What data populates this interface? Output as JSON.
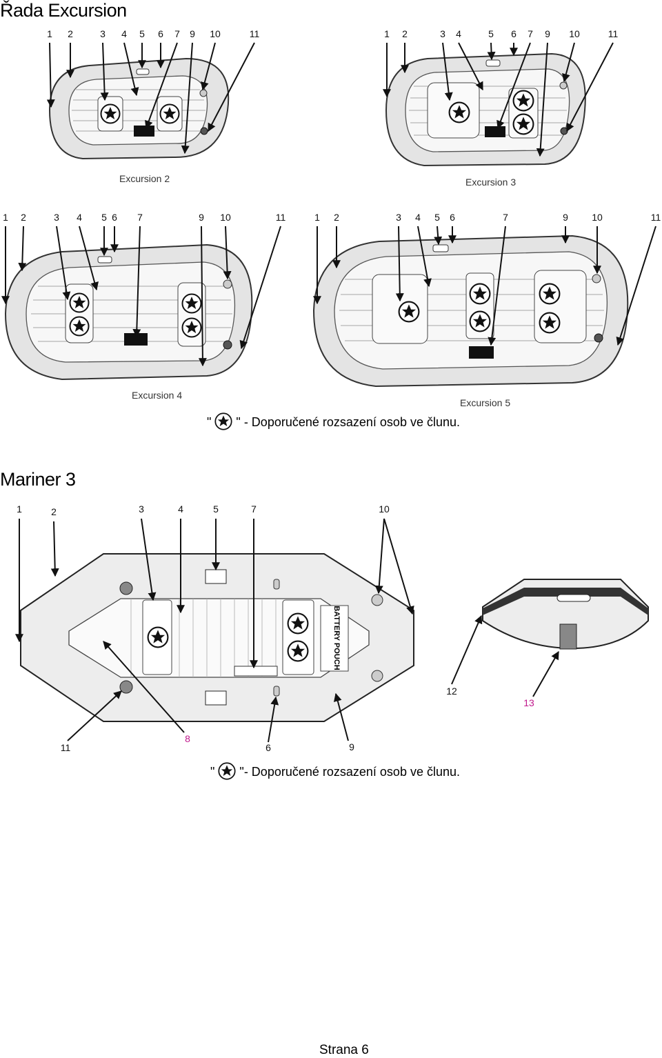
{
  "section_excursion": {
    "title": "Řada Excursion",
    "boats": [
      {
        "label": "Excursion 2",
        "callouts": [
          "1",
          "2",
          "3",
          "4",
          "5",
          "6",
          "7",
          "9",
          "10",
          "11"
        ]
      },
      {
        "label": "Excursion 3",
        "callouts": [
          "1",
          "2",
          "3",
          "4",
          "5",
          "6",
          "7",
          "9",
          "10",
          "11"
        ]
      },
      {
        "label": "Excursion 4",
        "callouts": [
          "1",
          "2",
          "3",
          "4",
          "5",
          "6",
          "7",
          "9",
          "10",
          "11"
        ]
      },
      {
        "label": "Excursion 5",
        "callouts": [
          "1",
          "2",
          "3",
          "4",
          "5",
          "6",
          "7",
          "9",
          "10",
          "11"
        ]
      }
    ],
    "legend": {
      "quote_open": "\"",
      "quote_close": "\"",
      "text": " - Doporučené rozsazení osob ve člunu."
    }
  },
  "section_mariner": {
    "title": "Mariner 3",
    "callouts": [
      "1",
      "2",
      "3",
      "4",
      "5",
      "7",
      "10",
      "8",
      "11",
      "6",
      "9",
      "12",
      "13"
    ],
    "pouch_text": "BATTERY POUCH",
    "highlight_color": "#c0188c",
    "legend": {
      "quote_open": "\"",
      "quote_close": "\"",
      "text": "- Doporučené rozsazení osob ve člunu."
    }
  },
  "footer": {
    "page": "Strana 6"
  }
}
